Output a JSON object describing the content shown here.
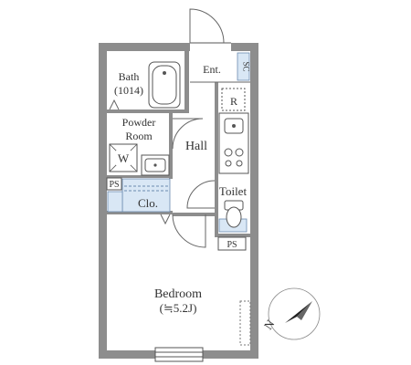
{
  "floorplan": {
    "rooms": {
      "bath": "Bath",
      "bath_size": "(1014)",
      "entrance": "Ent.",
      "shoe_closet": "SC",
      "refrigerator": "R",
      "powder_room_1": "Powder",
      "powder_room_2": "Room",
      "washer": "W",
      "hall": "Hall",
      "toilet": "Toilet",
      "pipe_space_left": "PS",
      "pipe_space_right": "PS",
      "closet": "Clo.",
      "bedroom": "Bedroom",
      "bedroom_size": "(≒5.2J)"
    },
    "compass": {
      "label": "N",
      "icon": "compass-north-arrow-icon"
    },
    "colors": {
      "wall": "#8d8d8d",
      "storage": "#d9e7f5",
      "lines": "#555555"
    }
  }
}
